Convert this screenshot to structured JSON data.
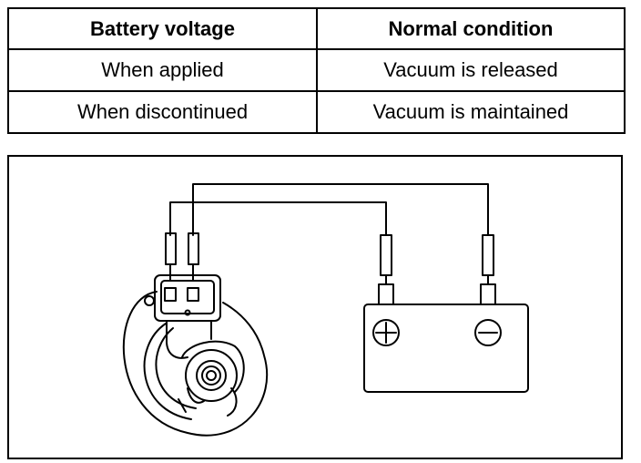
{
  "table": {
    "headers": [
      "Battery voltage",
      "Normal condition"
    ],
    "rows": [
      [
        "When applied",
        "Vacuum is released"
      ],
      [
        "When discontinued",
        "Vacuum is maintained"
      ]
    ]
  },
  "diagram": {
    "components": [
      "vacuum-switching-valve",
      "battery"
    ],
    "battery_terminals": {
      "positive_symbol": "+",
      "negative_symbol": "−"
    }
  }
}
